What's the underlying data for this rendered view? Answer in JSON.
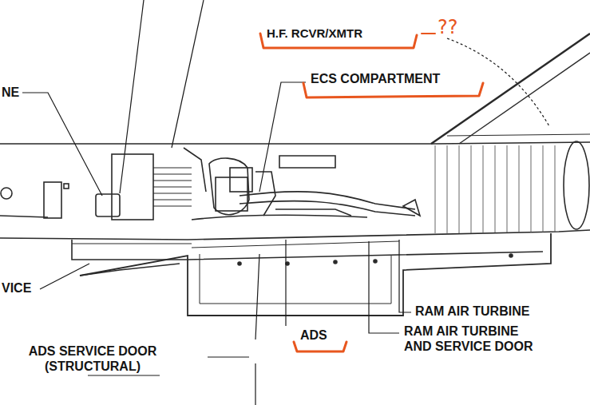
{
  "diagram": {
    "labels": [
      "NE",
      "H.F. RCVR/XMTR",
      "??",
      "ECS COMPARTMENT",
      "VICE",
      "ADS SERVICE DOOR (STRUCTURAL)",
      "ADS",
      "RAM AIR TURBINE",
      "RAM AIR TURBINE AND SERVICE DOOR"
    ]
  }
}
